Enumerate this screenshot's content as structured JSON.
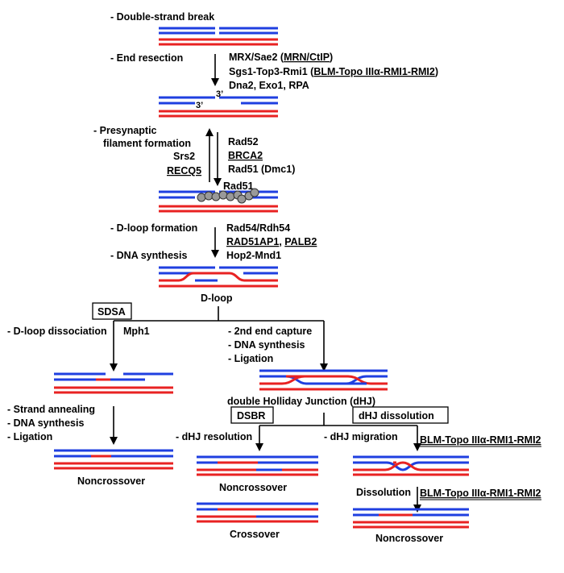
{
  "colors": {
    "blue": "#1f3fe0",
    "red": "#e82222",
    "bead": "#999999",
    "ink": "#000000"
  },
  "steps": {
    "double_strand_break": "- Double-strand break",
    "end_resection": "- End resection",
    "presynaptic_1": "- Presynaptic",
    "presynaptic_2": "filament formation",
    "dloop_formation": "- D-loop formation",
    "dna_synthesis": "- DNA synthesis"
  },
  "resection_factors": {
    "line1_a": "MRX/Sae2 (",
    "line1_u": "MRN/CtIP",
    "line1_b": ")",
    "line2_a": "Sgs1-Top3-Rmi1 (",
    "line2_u": "BLM-Topo III",
    "line2_alpha": "α",
    "line2_u2": "-RMI1-RMI2",
    "line2_b": ")",
    "line3": "Dna2, Exo1, RPA",
    "end_3prime_top": "3’",
    "end_3prime_bottom": "3’"
  },
  "presynaptic_factors": {
    "left_1": "Srs2",
    "left_2": "RECQ5",
    "right_1": "Rad52",
    "right_2": "BRCA2",
    "right_3": "Rad51 (Dmc1)",
    "filament_label": "Rad51"
  },
  "dloop_factors": {
    "line1": "Rad54/Rdh54",
    "line2_u1": "RAD51AP1",
    "line2_sep": ", ",
    "line2_u2": "PALB2",
    "line3": "Hop2-Mnd1",
    "dloop_label": "D-loop"
  },
  "sdsa": {
    "box_label": "SDSA",
    "dissociation": "- D-loop dissociation",
    "factor": "Mph1",
    "annealing": "- Strand annealing",
    "synthesis": "- DNA synthesis",
    "ligation": "- Ligation",
    "outcome": "Noncrossover"
  },
  "second_end": {
    "capture": "- 2nd end capture",
    "synthesis": "- DNA synthesis",
    "ligation": "- Ligation",
    "dhj_label": "double Holliday Junction (dHJ)"
  },
  "dsbr": {
    "box_label": "DSBR",
    "resolution": "- dHJ resolution",
    "outcome_1": "Noncrossover",
    "outcome_2": "Crossover"
  },
  "dissolution": {
    "box_label": "dHJ dissolution",
    "migration": "- dHJ migration",
    "factor_top_a": "BLM-Topo III",
    "factor_top_alpha": "α",
    "factor_top_b": "-RMI1-RMI2",
    "dissolution_label": "Dissolution",
    "factor_bottom_a": "BLM-Topo III",
    "factor_bottom_alpha": "α",
    "factor_bottom_b": "-RMI1-RMI2",
    "outcome": "Noncrossover"
  }
}
